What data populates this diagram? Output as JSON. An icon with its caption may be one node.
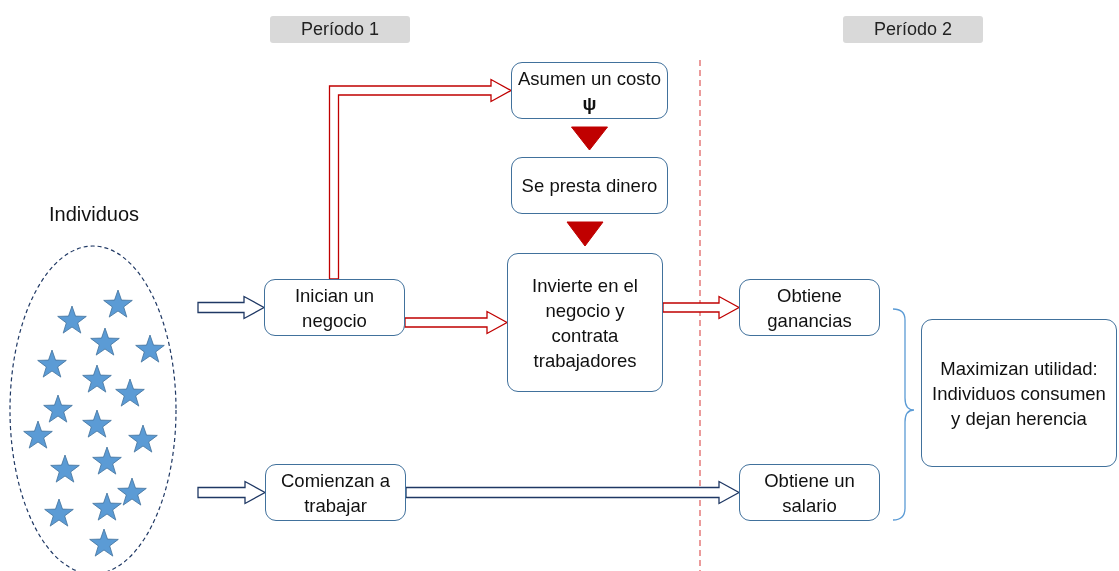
{
  "diagram": {
    "nodes": [
      {
        "text": [
          "Período 1"
        ]
      },
      {
        "text": [
          "Período 2"
        ]
      },
      {
        "text": [
          "Individuos"
        ]
      },
      {
        "text": [
          "Inician un negocio"
        ]
      },
      {
        "text": [
          "Asumen un costo **ψ**"
        ]
      },
      {
        "text": [
          "Se presta dinero"
        ]
      },
      {
        "text": [
          "Invierte en el negocio y contrata trabajadores"
        ]
      },
      {
        "text": [
          "Obtiene ganancias"
        ]
      },
      {
        "text": [
          "Comienzan a trabajar"
        ]
      },
      {
        "text": [
          "Obtiene un salario"
        ]
      },
      {
        "text": [
          "Maximizan utilidad: Individuos consumen y dejan herencia"
        ]
      }
    ],
    "edges": [
      {
        "from": 2,
        "to": 3,
        "arrow": "to",
        "color": "#1f3864"
      },
      {
        "from": 3,
        "to": 4,
        "arrow": "to"
      },
      {
        "from": 4,
        "to": 5,
        "arrow": "to"
      },
      {
        "from": 5,
        "to": 6,
        "arrow": "to"
      },
      {
        "from": 3,
        "to": 6,
        "arrow": "to"
      },
      {
        "from": 6,
        "to": 7,
        "arrow": "to"
      },
      {
        "from": 2,
        "to": 8,
        "arrow": "to",
        "color": "#1f3864"
      },
      {
        "from": 8,
        "to": 9,
        "arrow": "to",
        "color": "#1f3864"
      }
    ]
  }
}
